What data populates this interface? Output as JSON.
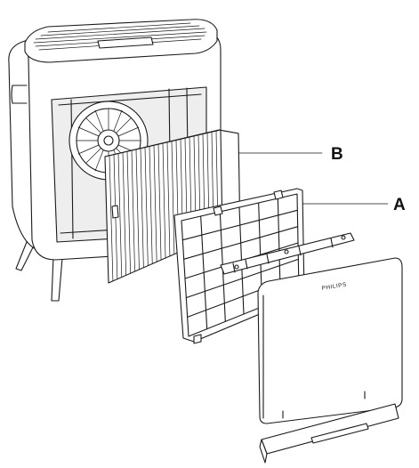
{
  "labels": {
    "filter_b": "B",
    "filter_a": "A",
    "brand": "PHILIPS"
  },
  "colors": {
    "line": "#1a1a1a",
    "background": "#ffffff"
  }
}
